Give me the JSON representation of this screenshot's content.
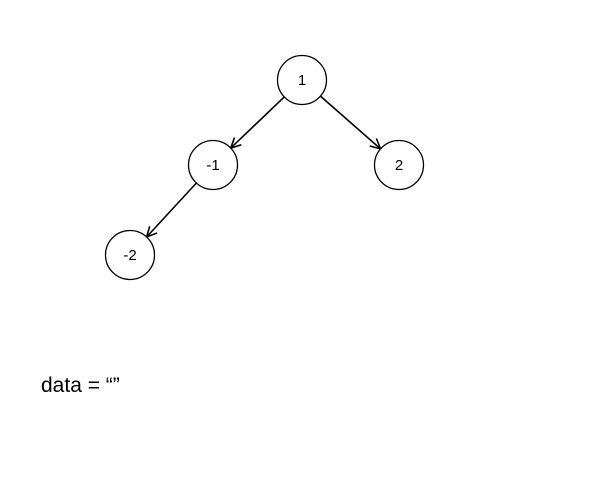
{
  "tree": {
    "nodes": [
      {
        "id": "n1",
        "label": "1"
      },
      {
        "id": "n2",
        "label": "-1"
      },
      {
        "id": "n3",
        "label": "2"
      },
      {
        "id": "n4",
        "label": "-2"
      }
    ],
    "edges": [
      {
        "from": "n1",
        "to": "n2"
      },
      {
        "from": "n1",
        "to": "n3"
      },
      {
        "from": "n2",
        "to": "n4"
      }
    ]
  },
  "caption": {
    "text": "data = “”"
  }
}
